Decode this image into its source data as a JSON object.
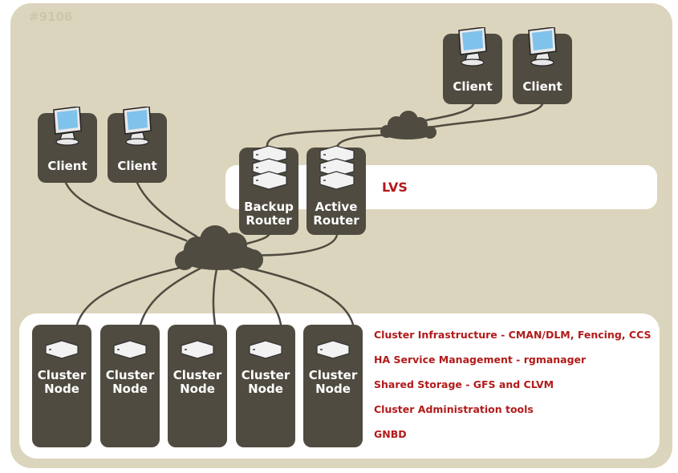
{
  "diagram": {
    "id_tag": "#9106",
    "lvs_label": "LVS",
    "clients_left": [
      "Client",
      "Client"
    ],
    "clients_right": [
      "Client",
      "Client"
    ],
    "routers": [
      {
        "line1": "Backup",
        "line2": "Router"
      },
      {
        "line1": "Active",
        "line2": "Router"
      }
    ],
    "nodes": [
      {
        "line1": "Cluster",
        "line2": "Node"
      },
      {
        "line1": "Cluster",
        "line2": "Node"
      },
      {
        "line1": "Cluster",
        "line2": "Node"
      },
      {
        "line1": "Cluster",
        "line2": "Node"
      },
      {
        "line1": "Cluster",
        "line2": "Node"
      }
    ],
    "features": [
      "Cluster Infrastructure - CMAN/DLM, Fencing, CCS",
      "HA Service Management - rgmanager",
      "Shared Storage - GFS and CLVM",
      "Cluster Administration tools",
      "GNBD"
    ],
    "colors": {
      "background": "#dcd5bd",
      "box": "#4f4b40",
      "accent_text": "#b21a1a",
      "cloud": "#4f4b40",
      "monitor_screen": "#7fc2ec"
    },
    "icons": {
      "client": "monitor-icon",
      "router": "server-stack-icon",
      "node": "server-icon",
      "network": "cloud-icon"
    }
  }
}
